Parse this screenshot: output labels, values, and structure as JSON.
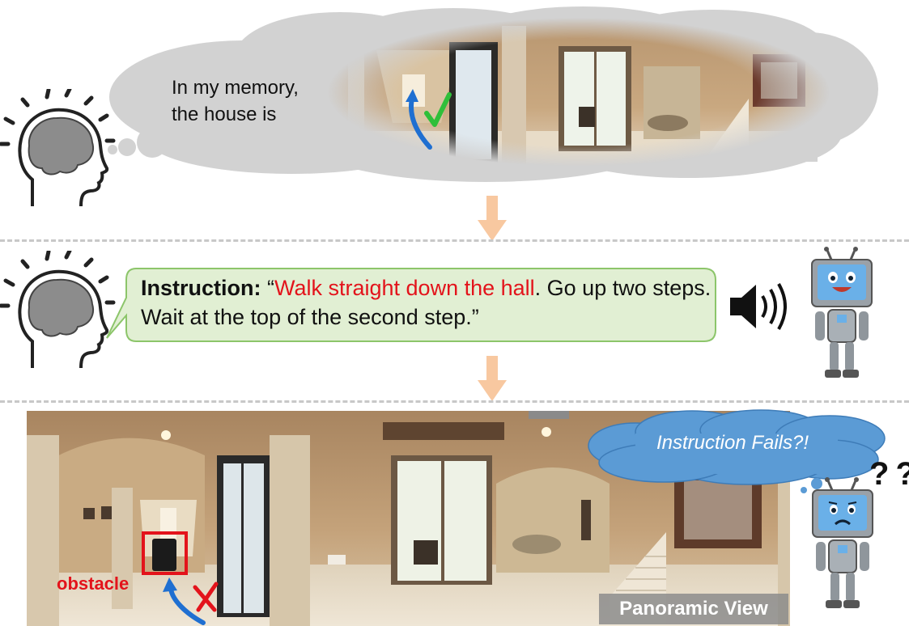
{
  "memory": {
    "text_line1": "In my memory,",
    "text_line2": "the house is"
  },
  "instruction": {
    "label": "Instruction:",
    "open_quote": " “",
    "highlight": "Walk straight down the hall",
    "rest": ". Go up two steps. Wait at the top of the second step.”"
  },
  "failure": {
    "bubble_text": "Instruction Fails?!",
    "question_marks": "? ?",
    "obstacle_label": "obstacle",
    "panorama_label": "Panoramic View"
  },
  "colors": {
    "cloud": "#d2d2d2",
    "bubble_fill": "#e1efd3",
    "bubble_border": "#8cc56a",
    "arrow": "#f8c8a0",
    "highlight": "#e3131b",
    "fails_cloud": "#5b9bd5",
    "robot_screen": "#6ab0e8"
  },
  "icons": [
    "human-head-icon",
    "brain-icon",
    "speaker-icon",
    "robot-happy-icon",
    "robot-confused-icon",
    "checkmark-icon",
    "cross-icon"
  ]
}
